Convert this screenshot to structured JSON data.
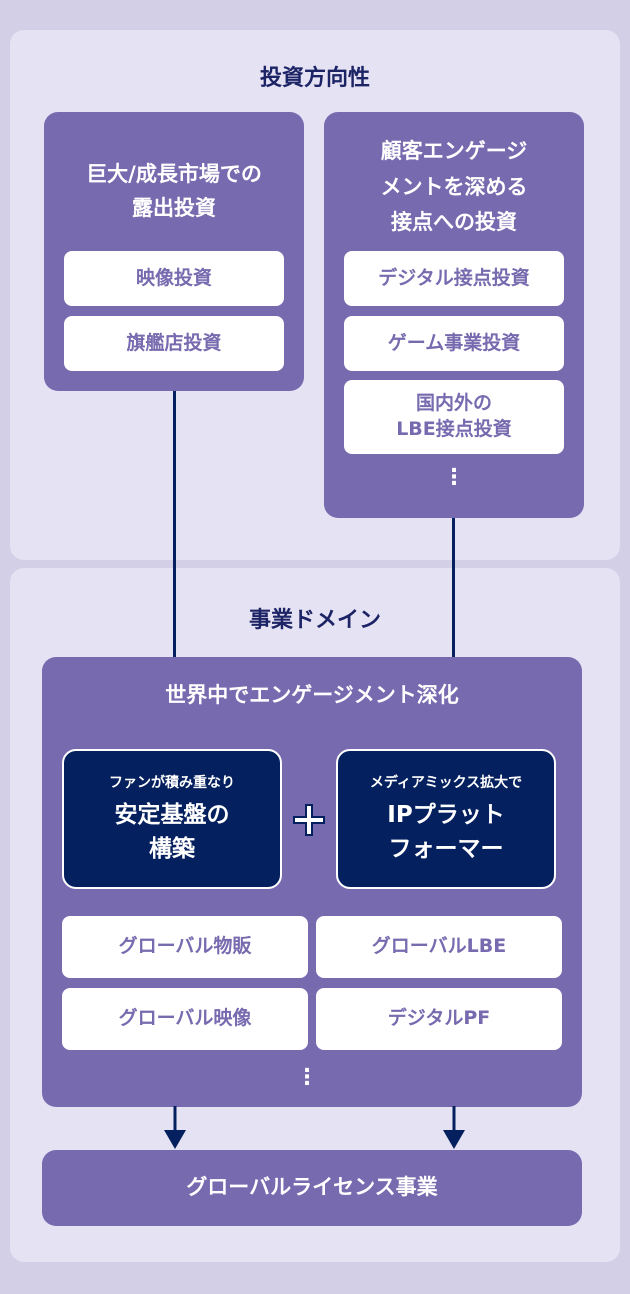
{
  "top_panel": {
    "title": "投資方向性",
    "left_box": {
      "title": "巨大/成長市場での\n露出投資",
      "items": [
        "映像投資",
        "旗艦店投資"
      ]
    },
    "right_box": {
      "title": "顧客エンゲージ\nメントを深める\n接点への投資",
      "items": [
        "デジタル接点投資",
        "ゲーム事業投資",
        "国内外の\nLBE接点投資"
      ],
      "ellipsis": "⋮"
    }
  },
  "bottom_panel": {
    "title": "事業ドメイン",
    "main_box": {
      "title": "世界中でエンゲージメント深化",
      "left_card": {
        "small": "ファンが積み重なり",
        "big": "安定基盤の\n構築"
      },
      "plus": "+",
      "right_card": {
        "small": "メディアミックス拡大で",
        "big": "IPプラット\nフォーマー"
      },
      "items": [
        "グローバル物販",
        "グローバルLBE",
        "グローバル映像",
        "デジタルPF"
      ],
      "ellipsis": "⋮"
    },
    "result_box": {
      "title": "グローバルライセンス事業"
    }
  },
  "colors": {
    "background": "#d3cfe6",
    "panel": "#e5e2f3",
    "purple": "#776aaf",
    "navy": "#05205e",
    "white": "#ffffff"
  }
}
